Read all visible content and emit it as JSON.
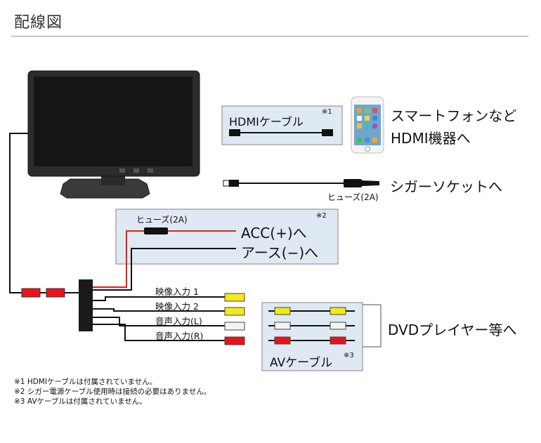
{
  "title": "配線図",
  "hdmi_cable": {
    "label": "HDMIケーブル",
    "mark": "※1"
  },
  "smartphone_target": {
    "line1": "スマートフォンなど",
    "line2": "HDMI機器へ"
  },
  "cigar": {
    "target": "シガーソケットへ",
    "fuse": "ヒューズ(2A)"
  },
  "power_box": {
    "fuse": "ヒューズ(2A)",
    "mark": "※2",
    "acc": "ACC(+)へ",
    "ground": "アース(−)へ"
  },
  "av_inputs": [
    "映像入力 1",
    "映像入力 2",
    "音声入力(L)",
    "音声入力(R)"
  ],
  "av_cable": {
    "label": "AVケーブル",
    "mark": "※3",
    "target": "DVDプレイヤー等へ"
  },
  "notes": [
    "※1 HDMIケーブルは付属されていません。",
    "※2 シガー電源ケーブル使用時は接続の必要はありません。",
    "※3 AVケーブルは付属されていません。"
  ],
  "colors": {
    "power_line": "#e0201a",
    "connector_red": "#e8141c",
    "connector_yellow": "#f2ea1a",
    "connector_white": "#f4f4f4",
    "box_fill": "#dfe9f3",
    "box_border": "#a9a9a9"
  }
}
